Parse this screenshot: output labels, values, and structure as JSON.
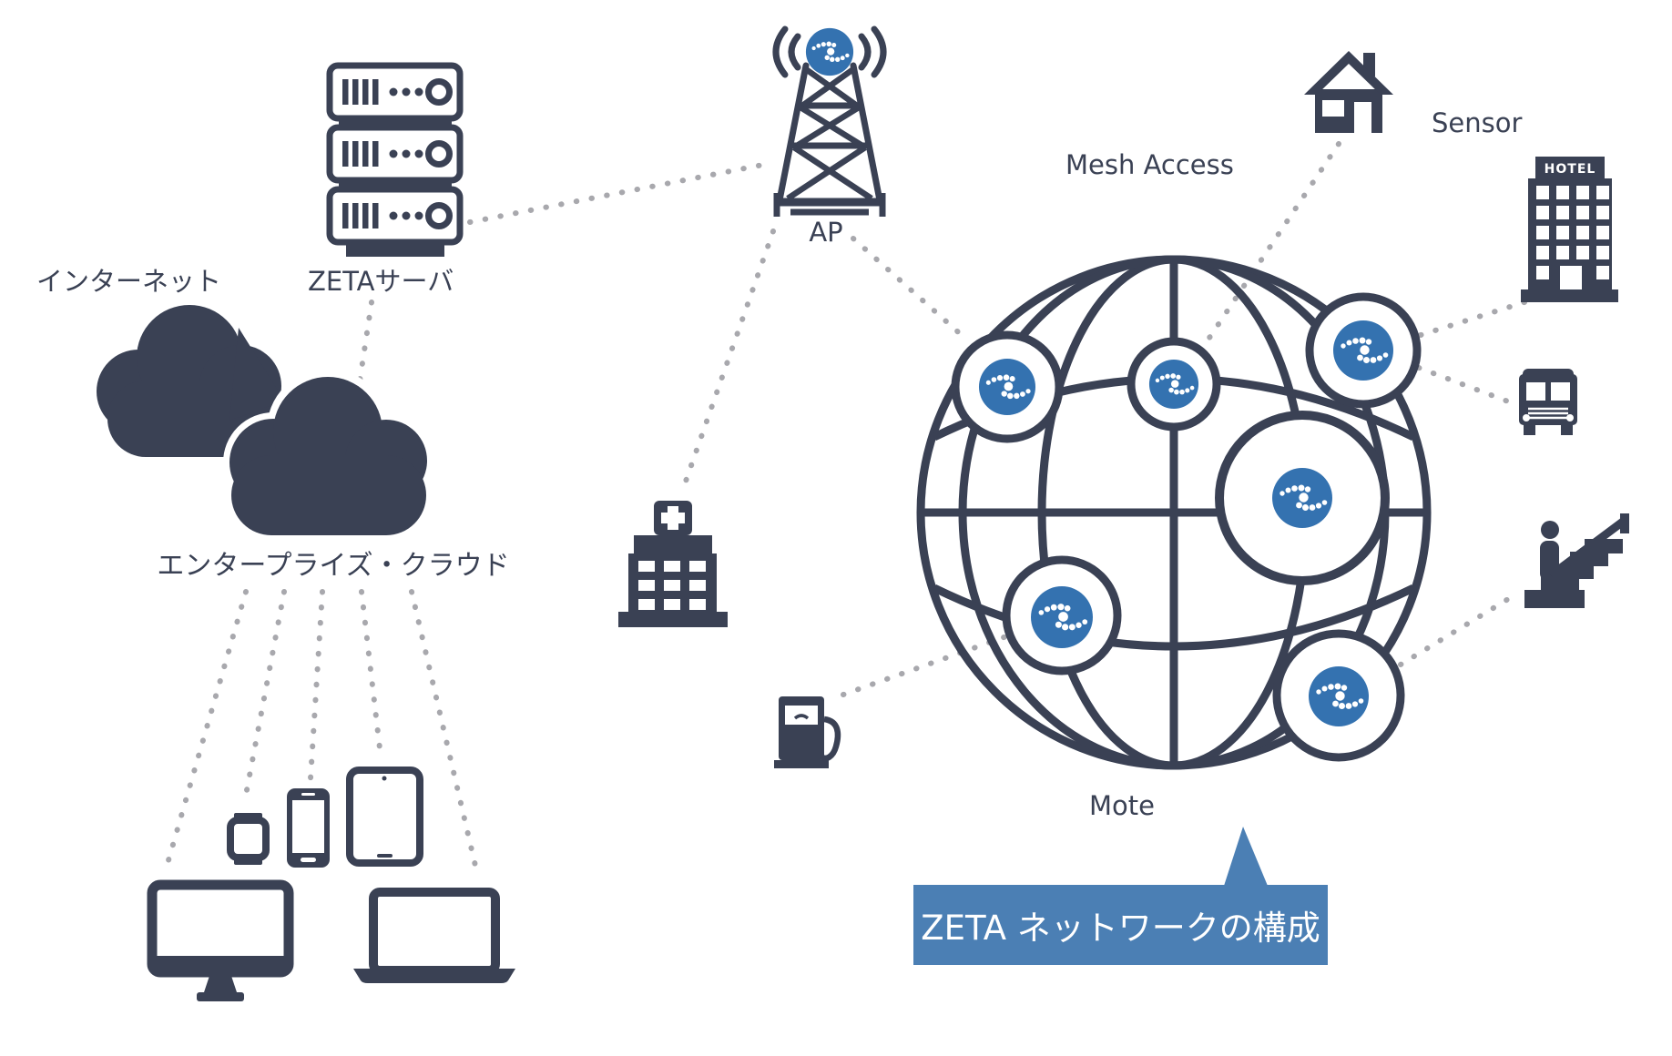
{
  "banner": {
    "text": "ZETA ネットワークの構成"
  },
  "labels": {
    "internet": "インターネット",
    "zeta_server": "ZETAサーバ",
    "enterprise_cloud": "エンタープライズ・クラウド",
    "ap": "AP",
    "mesh_access": "Mesh Access",
    "sensor": "Sensor",
    "mote": "Mote",
    "hotel_sign": "HOTEL"
  },
  "colors": {
    "dark": "#3a4154",
    "gray": "#a8a8ad",
    "nodeblue": "#3472b0",
    "banner": "#4b7fb4"
  },
  "icons": [
    "internet-cloud-icon",
    "enterprise-cloud-icon",
    "zeta-server-icon",
    "ap-tower-icon",
    "mesh-globe-icon",
    "zeta-node-icon",
    "house-icon",
    "hotel-icon",
    "bus-icon",
    "escalator-icon",
    "hospital-icon",
    "gas-pump-icon",
    "desktop-monitor-icon",
    "laptop-icon",
    "tablet-icon",
    "smartphone-icon",
    "smartwatch-icon"
  ],
  "connections": [
    {
      "from": "zeta-server",
      "to": "enterprise-cloud"
    },
    {
      "from": "zeta-server",
      "to": "ap-tower"
    },
    {
      "from": "ap-tower",
      "to": "hospital"
    },
    {
      "from": "ap-tower",
      "to": "mesh-node-left"
    },
    {
      "from": "house",
      "to": "mesh-node-top"
    },
    {
      "from": "hotel",
      "to": "mesh-node-top-right"
    },
    {
      "from": "mesh-node-top-right",
      "to": "bus"
    },
    {
      "from": "mesh-node-bottom-right",
      "to": "escalator"
    },
    {
      "from": "mesh-node-bottom-left",
      "to": "gas-pump"
    },
    {
      "from": "enterprise-cloud",
      "to": "desktop-monitor"
    },
    {
      "from": "enterprise-cloud",
      "to": "smartwatch"
    },
    {
      "from": "enterprise-cloud",
      "to": "smartphone"
    },
    {
      "from": "enterprise-cloud",
      "to": "tablet"
    },
    {
      "from": "enterprise-cloud",
      "to": "laptop"
    }
  ]
}
